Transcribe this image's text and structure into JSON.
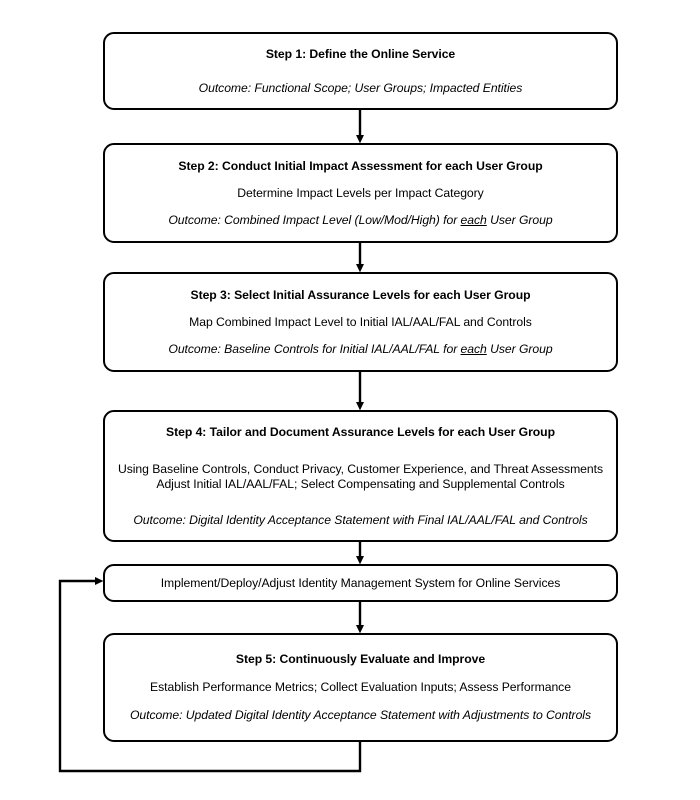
{
  "diagram": {
    "background_color": "#ffffff",
    "line_color": "#000000",
    "nodes": [
      {
        "id": "step1",
        "title": "Step 1: Define the Online Service",
        "outcome_label": "Outcome:",
        "outcome_text": " Functional Scope; User Groups; Impacted Entities"
      },
      {
        "id": "step2",
        "title": "Step 2: Conduct Initial Impact Assessment for each User Group",
        "body": "Determine Impact Levels per Impact Category",
        "outcome_label": "Outcome:",
        "outcome_pre": " Combined Impact Level (Low/Mod/High) for ",
        "outcome_emphasis": "each",
        "outcome_post": " User Group"
      },
      {
        "id": "step3",
        "title": "Step 3: Select Initial Assurance Levels for each User Group",
        "body": "Map Combined Impact Level to Initial IAL/AAL/FAL and Controls",
        "outcome_label": "Outcome:",
        "outcome_pre": " Baseline Controls for Initial IAL/AAL/FAL for ",
        "outcome_emphasis": "each",
        "outcome_post": " User Group"
      },
      {
        "id": "step4",
        "title": "Step 4: Tailor and Document Assurance Levels for each User Group",
        "body_line1": "Using Baseline Controls, Conduct Privacy, Customer Experience, and Threat Assessments",
        "body_line2": "Adjust Initial IAL/AAL/FAL; Select Compensating and Supplemental Controls",
        "outcome_label": "Outcome:",
        "outcome_text": " Digital Identity Acceptance Statement with Final IAL/AAL/FAL and Controls"
      },
      {
        "id": "implement",
        "text": "Implement/Deploy/Adjust Identity Management System for Online Services"
      },
      {
        "id": "step5",
        "title": "Step 5: Continuously Evaluate and Improve",
        "body": "Establish Performance Metrics; Collect Evaluation Inputs; Assess Performance",
        "outcome_label": "Outcome:",
        "outcome_text": " Updated Digital Identity Acceptance Statement with Adjustments to Controls"
      }
    ],
    "connectors": [
      {
        "id": "step1-to-step2",
        "kind": "arrow-down"
      },
      {
        "id": "step2-to-step3",
        "kind": "arrow-down"
      },
      {
        "id": "step3-to-step4",
        "kind": "arrow-down"
      },
      {
        "id": "step4-to-implement",
        "kind": "arrow-down"
      },
      {
        "id": "implement-to-step5",
        "kind": "arrow-down"
      },
      {
        "id": "step5-feedback-to-implement",
        "kind": "feedback-loop-left"
      }
    ]
  }
}
